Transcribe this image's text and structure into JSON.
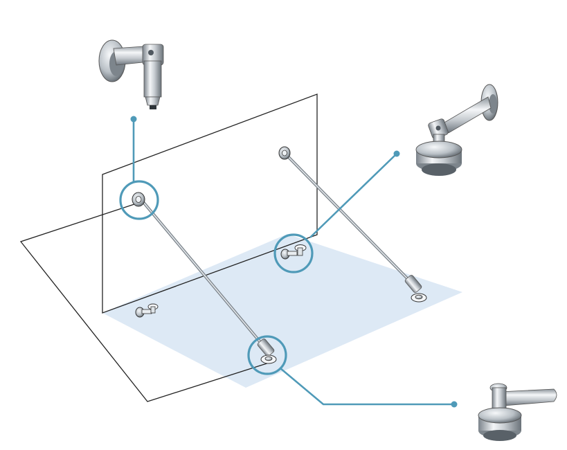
{
  "diagram": {
    "colors": {
      "accent": "#4f9ab8",
      "glass": "#dde9f5",
      "frame": "#222222",
      "steel_light": "#f2f4f6",
      "steel_mid": "#b8bfc6",
      "steel_dark": "#6d757d"
    },
    "callouts": [
      {
        "name": "wall-bracket-top-left",
        "icon": "wall-bracket-vertical-icon"
      },
      {
        "name": "wall-bracket-top-right",
        "icon": "wall-bracket-disc-icon"
      },
      {
        "name": "glass-clamp-inner",
        "icon": "glass-clamp-icon"
      },
      {
        "name": "rod-end-bottom",
        "icon": "rod-end-fitting-icon"
      }
    ]
  }
}
